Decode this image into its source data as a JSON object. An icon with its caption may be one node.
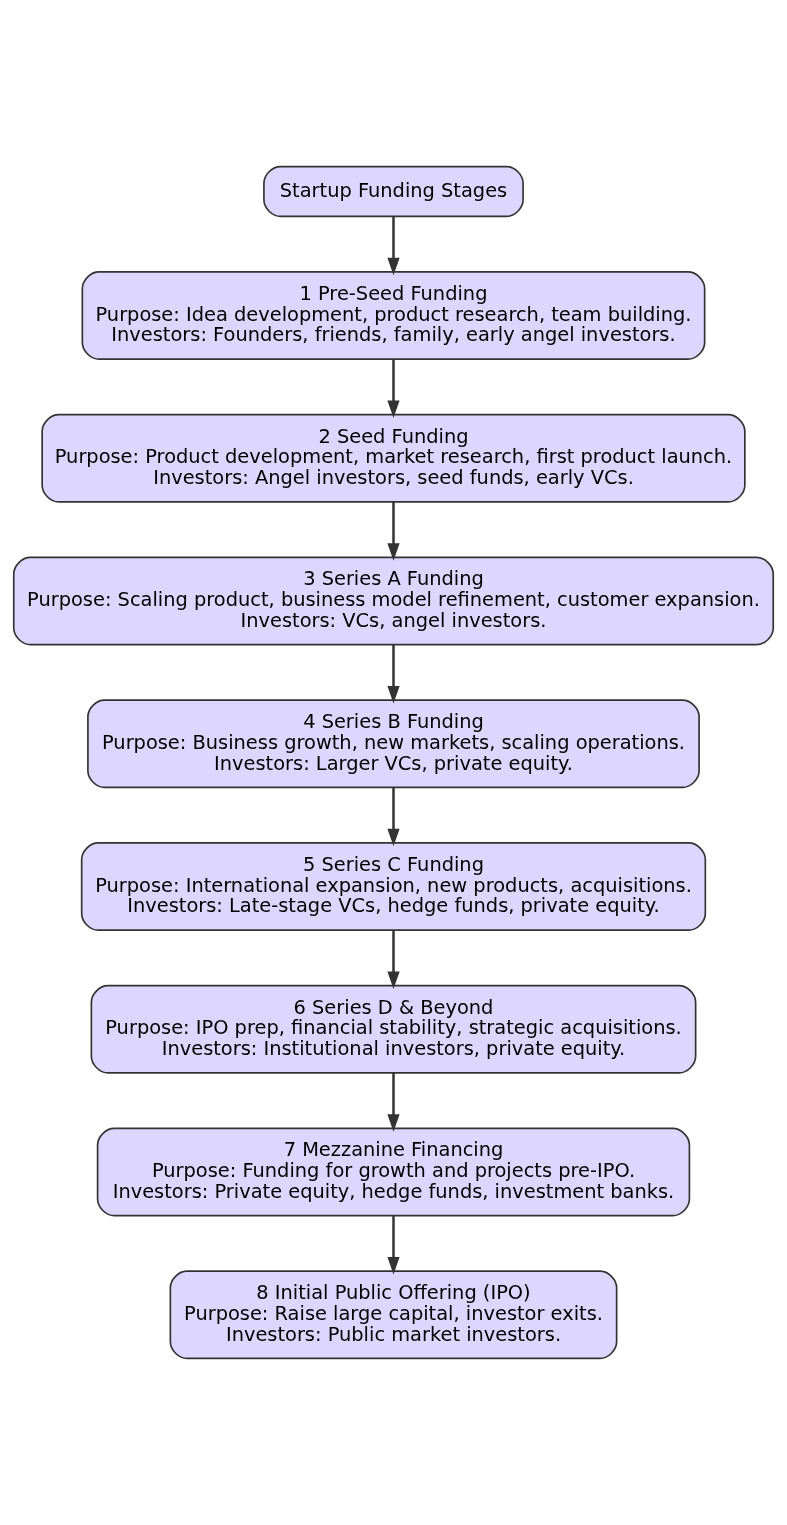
{
  "diagram": {
    "nodes": [
      {
        "text": [
          "Startup Funding Stages"
        ]
      },
      {
        "text": [
          "1 Pre-Seed Funding",
          "Purpose: Idea development, product research, team building.",
          "Investors: Founders, friends, family, early angel investors."
        ]
      },
      {
        "text": [
          "2 Seed Funding",
          "Purpose: Product development, market research, first product launch.",
          "Investors: Angel investors, seed funds, early VCs."
        ]
      },
      {
        "text": [
          "3 Series A Funding",
          "Purpose: Scaling product, business model refinement, customer expansion.",
          "Investors: VCs, angel investors."
        ]
      },
      {
        "text": [
          "4 Series B Funding",
          "Purpose: Business growth, new markets, scaling operations.",
          "Investors: Larger VCs, private equity."
        ]
      },
      {
        "text": [
          "5 Series C Funding",
          "Purpose: International expansion, new products, acquisitions.",
          "Investors: Late-stage VCs, hedge funds, private equity."
        ]
      },
      {
        "text": [
          "6 Series D & Beyond",
          "Purpose: IPO prep, financial stability, strategic acquisitions.",
          "Investors: Institutional investors, private equity."
        ]
      },
      {
        "text": [
          "7 Mezzanine Financing",
          "Purpose: Funding for growth and projects pre-IPO.",
          "Investors: Private equity, hedge funds, investment banks."
        ]
      },
      {
        "text": [
          "8 Initial Public Offering (IPO)",
          "Purpose: Raise large capital, investor exits.",
          "Investors: Public market investors."
        ]
      }
    ],
    "edges": [
      {
        "from": 0,
        "to": 1,
        "arrow": "to"
      },
      {
        "from": 1,
        "to": 2,
        "arrow": "to"
      },
      {
        "from": 2,
        "to": 3,
        "arrow": "to"
      },
      {
        "from": 3,
        "to": 4,
        "arrow": "to"
      },
      {
        "from": 4,
        "to": 5,
        "arrow": "to"
      },
      {
        "from": 5,
        "to": 6,
        "arrow": "to"
      },
      {
        "from": 6,
        "to": 7,
        "arrow": "to"
      },
      {
        "from": 7,
        "to": 8,
        "arrow": "to"
      }
    ]
  }
}
